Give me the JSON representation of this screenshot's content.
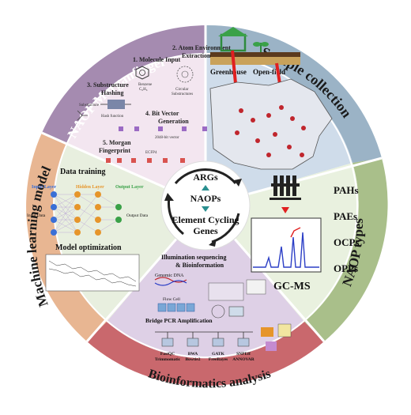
{
  "ring_labels": {
    "morganfinger": "NAOP Morganfinger",
    "sample": "Sample collection",
    "nop_types": "NAOP types",
    "bioinfo": "Bioinformatics analysis",
    "ml": "Machine learning model"
  },
  "center": {
    "top": "ARGs",
    "middle": "NAOPs",
    "bottom_line1": "Element Cycling",
    "bottom_line2": "Genes"
  },
  "morgan": {
    "step1": "1. Molecule Input",
    "step1_sub1": "Benzene",
    "step1_sub2": "C₆H₆",
    "step2_line1": "2. Atom Environment",
    "step2_line2": "Extraction",
    "step2_sub1": "Circular",
    "step2_sub2": "Substructures",
    "step3_line1": "3. Substructure",
    "step3_line2": "Hashing",
    "step3_sub1": "Substructure",
    "step3_sub2": "Hash function",
    "step4_line1": "4. Bit Vector",
    "step4_line2": "Generation",
    "step4_sub": "2048-bit vector",
    "step5_line1": "5. Morgan",
    "step5_line2": "Fingerprint",
    "step5_sub": "ECFP4"
  },
  "sample": {
    "label_greenhouse": "Greenhouse",
    "label_openfield": "Open-field"
  },
  "naop_types": {
    "items": [
      "PAHs",
      "PAEs",
      "OCPs",
      "OPPs"
    ],
    "instrument": "GC-MS"
  },
  "ml": {
    "data_training": "Data training",
    "input_layer": "Input Layer",
    "hidden_layer": "Hidden Layer",
    "output_layer": "Output Layer",
    "input_data": "Input Data",
    "output_data": "Output Data",
    "model_optimization": "Model optimization"
  },
  "bio": {
    "title_line1": "Illumination sequencing",
    "title_line2": "& Bioinformation",
    "genomic_dna": "Genomic DNA",
    "flow_cell": "Flow Cell",
    "bridge_pcr": "Bridge PCR Amplification",
    "tools": [
      {
        "line1": "FastQC",
        "line2": "Trimmomatic"
      },
      {
        "line1": "BWA",
        "line2": "Bowtie2"
      },
      {
        "line1": "GATK",
        "line2": "FreeBayes"
      },
      {
        "line1": "SNPEff",
        "line2": "ANNOVAR"
      }
    ]
  },
  "colors": {
    "purple_ring": "#a58bb0",
    "blue_ring": "#9bb3c6",
    "green_ring": "#a9bf8a",
    "red_ring": "#c9686d",
    "orange_ring": "#e8b692",
    "purple_wedge": "#f3e6f0",
    "blue_wedge": "#cfdcea",
    "green_wedge": "#e9f1df",
    "bottom_wedge": "#ded0e6",
    "left_wedge": "#e8efdf"
  }
}
